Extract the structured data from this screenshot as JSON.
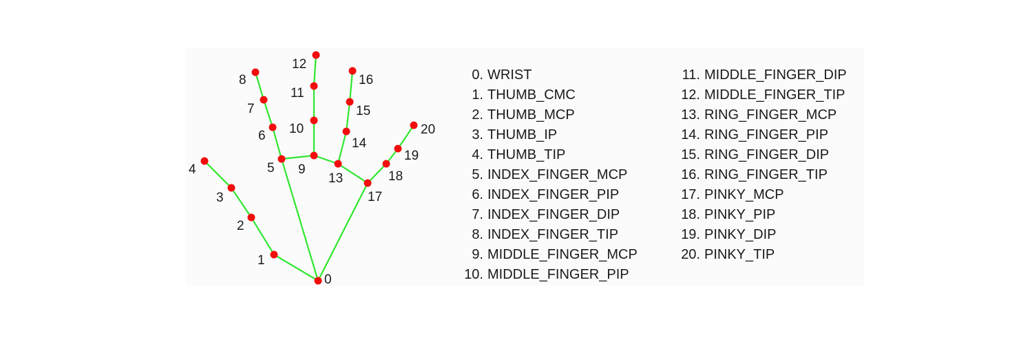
{
  "landmarks": [
    {
      "id": "0",
      "name": "WRIST"
    },
    {
      "id": "1",
      "name": "THUMB_CMC"
    },
    {
      "id": "2",
      "name": "THUMB_MCP"
    },
    {
      "id": "3",
      "name": "THUMB_IP"
    },
    {
      "id": "4",
      "name": "THUMB_TIP"
    },
    {
      "id": "5",
      "name": "INDEX_FINGER_MCP"
    },
    {
      "id": "6",
      "name": "INDEX_FINGER_PIP"
    },
    {
      "id": "7",
      "name": "INDEX_FINGER_DIP"
    },
    {
      "id": "8",
      "name": "INDEX_FINGER_TIP"
    },
    {
      "id": "9",
      "name": "MIDDLE_FINGER_MCP"
    },
    {
      "id": "10",
      "name": "MIDDLE_FINGER_PIP"
    },
    {
      "id": "11",
      "name": "MIDDLE_FINGER_DIP"
    },
    {
      "id": "12",
      "name": "MIDDLE_FINGER_TIP"
    },
    {
      "id": "13",
      "name": "RING_FINGER_MCP"
    },
    {
      "id": "14",
      "name": "RING_FINGER_PIP"
    },
    {
      "id": "15",
      "name": "RING_FINGER_DIP"
    },
    {
      "id": "16",
      "name": "RING_FINGER_TIP"
    },
    {
      "id": "17",
      "name": "PINKY_MCP"
    },
    {
      "id": "18",
      "name": "PINKY_PIP"
    },
    {
      "id": "19",
      "name": "PINKY_DIP"
    },
    {
      "id": "20",
      "name": "PINKY_TIP"
    }
  ],
  "connections": [
    [
      0,
      1
    ],
    [
      1,
      2
    ],
    [
      2,
      3
    ],
    [
      3,
      4
    ],
    [
      0,
      5
    ],
    [
      5,
      6
    ],
    [
      6,
      7
    ],
    [
      7,
      8
    ],
    [
      5,
      9
    ],
    [
      9,
      10
    ],
    [
      10,
      11
    ],
    [
      11,
      12
    ],
    [
      9,
      13
    ],
    [
      13,
      14
    ],
    [
      14,
      15
    ],
    [
      15,
      16
    ],
    [
      13,
      17
    ],
    [
      0,
      17
    ],
    [
      17,
      18
    ],
    [
      18,
      19
    ],
    [
      19,
      20
    ]
  ],
  "colors": {
    "bone": "#2ee62e",
    "joint": "#f20d0d",
    "text": "#1a1a1a"
  }
}
